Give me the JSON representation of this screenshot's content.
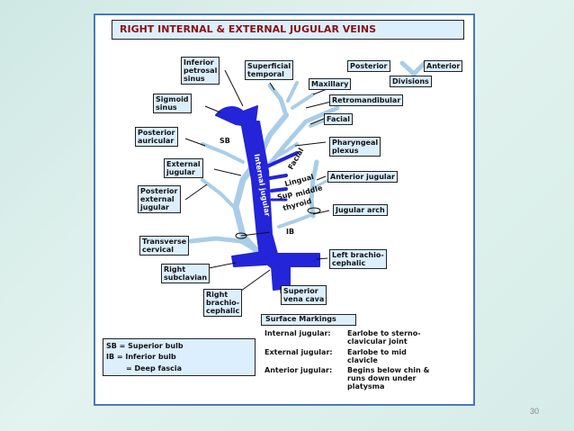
{
  "title": "RIGHT INTERNAL & EXTERNAL JUGULAR VEINS",
  "labels": {
    "inferior_petrosal_sinus": "Inferior\npetrosal\nsinus",
    "superficial_temporal": "Superficial\ntemporal",
    "posterior": "Posterior",
    "anterior": "Anterior",
    "divisions": "Divisions",
    "maxillary": "Maxillary",
    "retromandibular": "Retromandibular",
    "sigmoid_sinus": "Sigmoid\nsinus",
    "facial": "Facial",
    "posterior_auricular": "Posterior\nauricular",
    "sb": "SB",
    "pharyngeal_plexus": "Pharyngeal\nplexus",
    "external_jugular": "External\njugular",
    "anterior_jugular": "Anterior jugular",
    "posterior_external_jugular": "Posterior\nexternal\njugular",
    "lingual": "Lingual",
    "sup": "Sup",
    "middle": "middle",
    "thyroid": "thyroid",
    "facial_vessel": "Facial",
    "internal_jugular_vessel": "Internal jugular",
    "jugular_arch": "Jugular arch",
    "ib": "IB",
    "transverse_cervical": "Transverse\ncervical",
    "left_brachiocephalic": "Left brachio-\ncephalic",
    "right_subclavian": "Right\nsubclavian",
    "superior_vena_cava": "Superior\nvena cava",
    "right_brachiocephalic": "Right\nbrachio-\ncephalic"
  },
  "legend": {
    "sb": "SB = Superior bulb",
    "ib": "IB = Inferior bulb",
    "deep_fascia": "= Deep fascia"
  },
  "surface_markings": {
    "heading": "Surface Markings",
    "internal_label": "Internal jugular:",
    "internal_text": "Earlobe to sterno-\nclavicular joint",
    "external_label": "External jugular:",
    "external_text": "Earlobe to mid\nclavicle",
    "anterior_label": "Anterior jugular:",
    "anterior_text": "Begins below chin &\nruns down under\nplatysma"
  },
  "page_number": "30",
  "colors": {
    "deep_vein": "#2424d8",
    "superficial_vein": "#a9cde8",
    "label_fill": "#dcefff",
    "title_text": "#8a1010",
    "frame_border": "#4b78b8"
  }
}
